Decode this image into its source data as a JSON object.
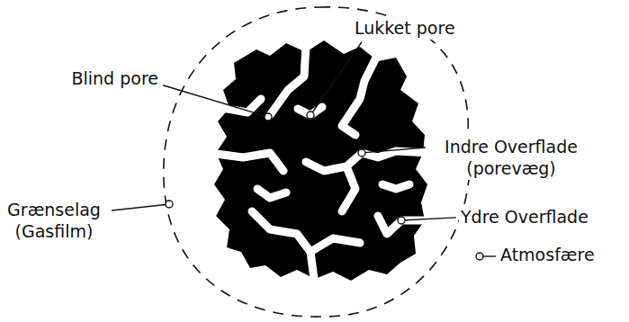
{
  "diagram": {
    "labels": [
      "Blind pore",
      "Lukket pore",
      "Indre Overflade (porevæg)",
      "Ydre Overflade",
      "Grænselag (Gasfilm)",
      "Atmosfære"
    ]
  }
}
